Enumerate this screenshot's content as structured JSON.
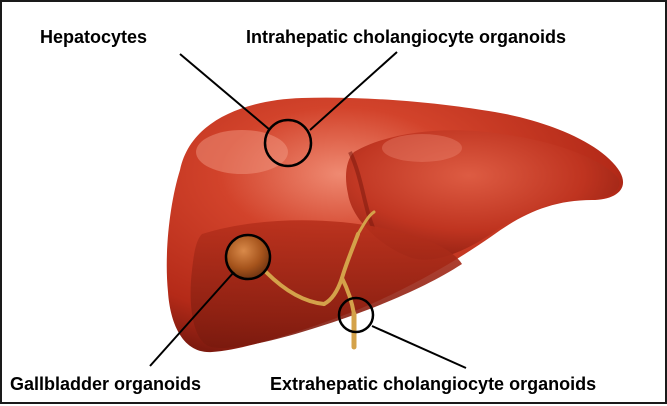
{
  "labels": {
    "hepatocytes": "Hepatocytes",
    "intrahepatic": "Intrahepatic cholangiocyte organoids",
    "gallbladder": "Gallbladder organoids",
    "extrahepatic": "Extrahepatic cholangiocyte organoids"
  },
  "colors": {
    "liver_main": "#c8341f",
    "liver_dark": "#8e1d12",
    "liver_light": "#e8735c",
    "gallbladder": "#a6541c",
    "bile_duct": "#d4a24a",
    "callout": "#000000"
  }
}
